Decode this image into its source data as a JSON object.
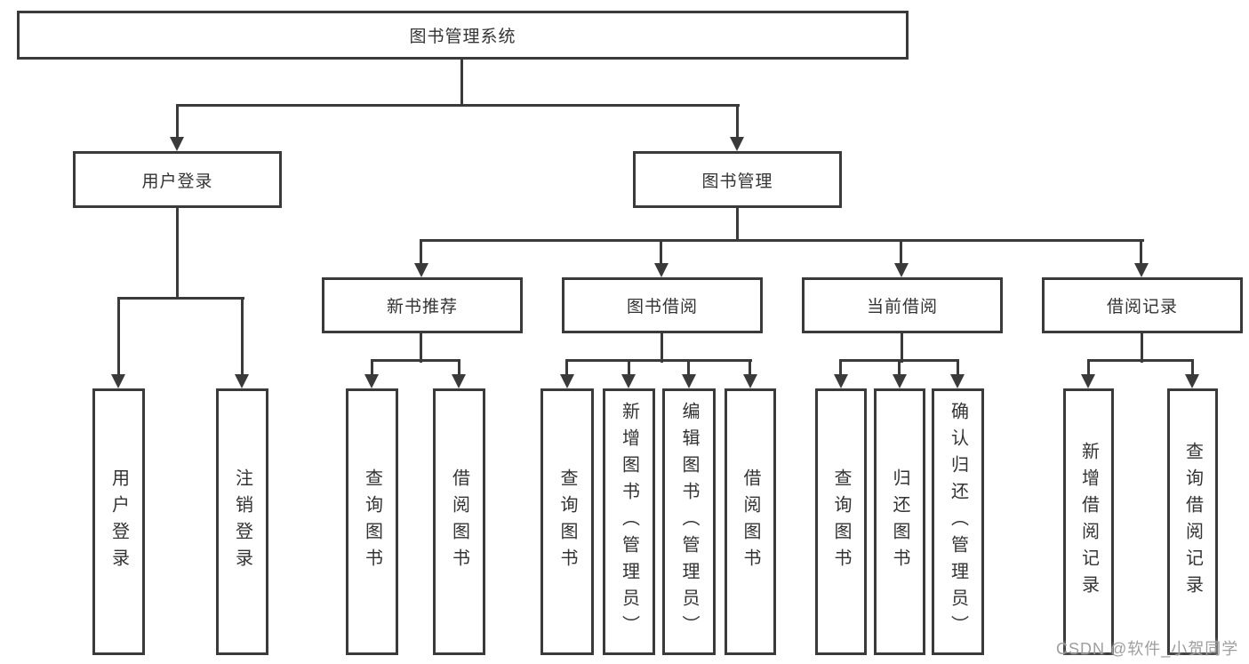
{
  "root": {
    "label": "图书管理系统"
  },
  "branches": {
    "user_login": {
      "label": "用户登录",
      "children": [
        {
          "label": "用户登录"
        },
        {
          "label": "注销登录"
        }
      ]
    },
    "book_mgmt": {
      "label": "图书管理",
      "sections": [
        {
          "label": "新书推荐",
          "children": [
            {
              "label": "查询图书"
            },
            {
              "label": "借阅图书"
            }
          ]
        },
        {
          "label": "图书借阅",
          "children": [
            {
              "label": "查询图书"
            },
            {
              "label": "新增图书（管理员）"
            },
            {
              "label": "编辑图书（管理员）"
            },
            {
              "label": "借阅图书"
            }
          ]
        },
        {
          "label": "当前借阅",
          "children": [
            {
              "label": "查询图书"
            },
            {
              "label": "归还图书"
            },
            {
              "label": "确认归还（管理员）"
            }
          ]
        },
        {
          "label": "借阅记录",
          "children": [
            {
              "label": "新增借阅记录"
            },
            {
              "label": "查询借阅记录"
            }
          ]
        }
      ]
    }
  },
  "watermark": {
    "text": "CSDN @软件_小贺同学",
    "color": "#9e9e9e"
  },
  "style": {
    "line_color": "#3a3a3a",
    "text_color": "#333333",
    "background": "#ffffff"
  }
}
